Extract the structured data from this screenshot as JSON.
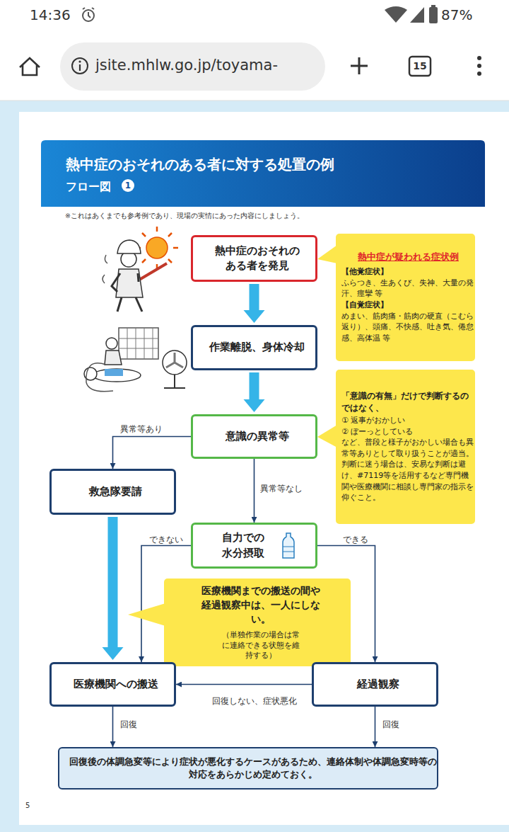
{
  "diagram": {
    "title": "熱中症のおそれのある者に対する処置の例",
    "nodes": [
      {
        "text": [
          "熱中症のおそれのある者を発見"
        ]
      },
      {
        "text": [
          "熱中症が疑われる症状例",
          "【他覚症状】",
          "ふらつき、生あくび、失神、大量の発汗、痙攣 等",
          "【自覚症状】",
          "めまい、筋肉痛・筋肉の硬直（こむら返り）、頭痛、不快感、吐き気、倦怠感、高体温 等"
        ]
      },
      {
        "text": [
          "作業離脱、身体冷却"
        ]
      },
      {
        "text": [
          "「意識の有無」だけで判断するのではなく、",
          "① 返事がおかしい",
          "② ぼーっとしている",
          "など、普段と様子がおかしい場合も異常等ありとして取り扱うことが適当。",
          "判断に迷う場合は、安易な判断は避け、#7119等を活用するなど専門機関や医療機関に相談し専門家の指示を仰ぐこと。"
        ]
      },
      {
        "text": [
          "意識の異常等"
        ]
      },
      {
        "text": [
          "救急隊要請"
        ]
      },
      {
        "text": [
          "自力での水分摂取"
        ]
      },
      {
        "text": [
          "医療機関までの搬送の間や経過観察中は、一人にしない。",
          "（単独作業の場合は常に連絡できる状態を維持する）"
        ]
      },
      {
        "text": [
          "医療機関への搬送"
        ]
      },
      {
        "text": [
          "経過観察"
        ]
      },
      {
        "text": [
          "回復後の体調急変等により症状が悪化するケースがあるため、連絡体制や体調急変時等の対応をあらかじめ定めておく。"
        ]
      }
    ],
    "edges": [
      {
        "from": 0,
        "to": 2,
        "arrow": "to"
      },
      {
        "from": 2,
        "to": 4,
        "arrow": "to"
      },
      {
        "from": 4,
        "to": 5,
        "label": "異常等あり",
        "arrow": "to"
      },
      {
        "from": 4,
        "to": 6,
        "label": "異常等なし",
        "arrow": "to"
      },
      {
        "from": 5,
        "to": 8,
        "arrow": "to"
      },
      {
        "from": 6,
        "to": 8,
        "label": "できない",
        "arrow": "to"
      },
      {
        "from": 6,
        "to": 9,
        "label": "できる",
        "arrow": "to"
      },
      {
        "from": 9,
        "to": 8,
        "label": "回復しない、症状悪化",
        "arrow": "to"
      },
      {
        "from": 8,
        "to": 10,
        "label": "回復",
        "arrow": "to"
      },
      {
        "from": 9,
        "to": 10,
        "label": "回復",
        "arrow": "to"
      }
    ],
    "labels": [
      "14:36",
      "87%",
      "jsite.mhlw.go.jp/toyama-",
      "15",
      "フロー図",
      "1",
      "※これはあくまでも参考例であり、現場の実情にあった内容にしましょう。",
      "5"
    ]
  }
}
